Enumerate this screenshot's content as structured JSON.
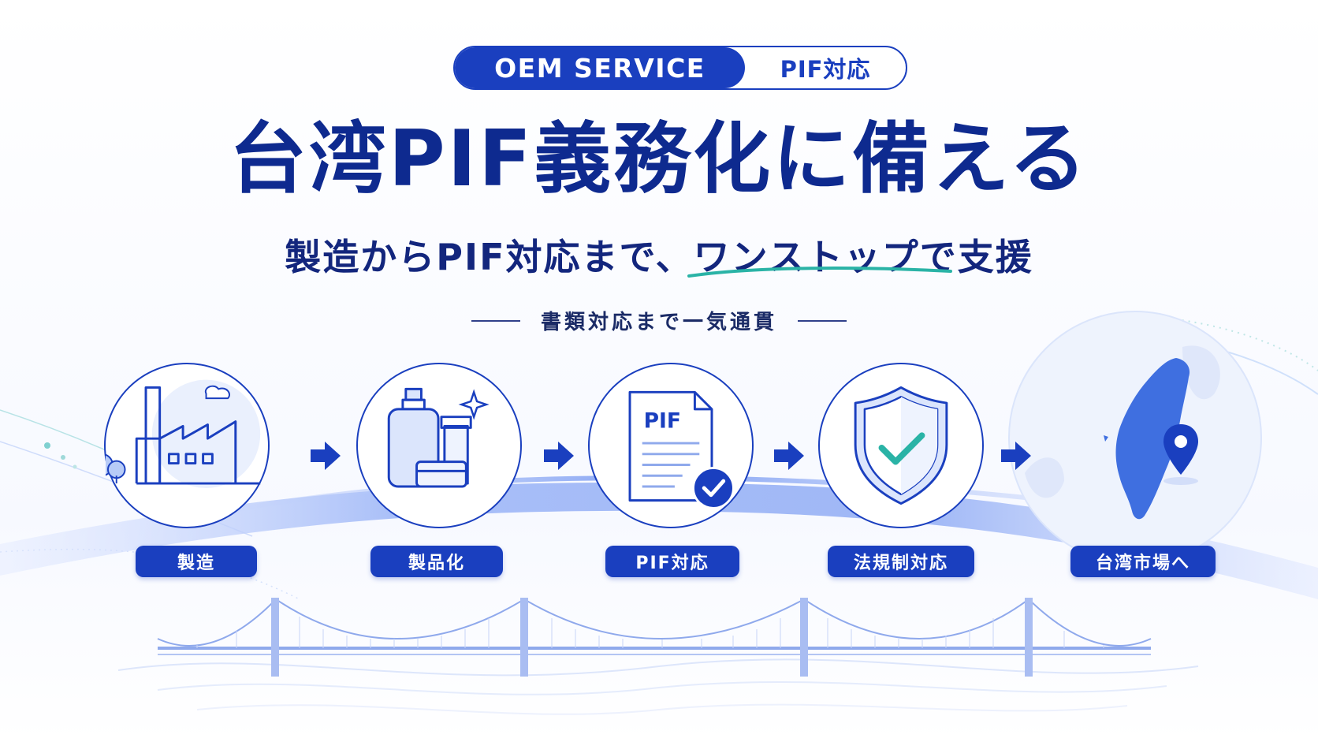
{
  "badge": {
    "service": "OEM SERVICE",
    "tag": "PIF対応"
  },
  "headline": "台湾PIF義務化に備える",
  "subline": {
    "before": "製造からPIF対応まで、",
    "highlight": "ワンストップ",
    "after": "で支援"
  },
  "tagline": "書類対応まで一気通貫",
  "steps": [
    {
      "label": "製造",
      "icon": "factory-icon"
    },
    {
      "label": "製品化",
      "icon": "cosmetics-icon"
    },
    {
      "label": "PIF対応",
      "icon": "pif-document-icon",
      "doc_text": "PIF"
    },
    {
      "label": "法規制対応",
      "icon": "shield-check-icon"
    },
    {
      "label": "台湾市場へ",
      "icon": "taiwan-map-icon"
    }
  ],
  "colors": {
    "primary": "#1a3fbf",
    "navy": "#0e2a8f",
    "accent_teal": "#2ab3a6",
    "light_blue": "#cfdcfb"
  }
}
